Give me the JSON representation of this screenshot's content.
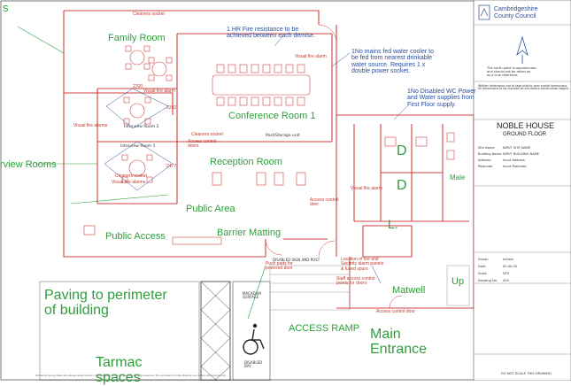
{
  "rooms": {
    "family_room": "Family Room",
    "conference_room": "Conference Room 1",
    "reception_room": "Reception Room",
    "interview_rooms": "rview Rooms",
    "public_area": "Public Area",
    "public_access": "Public Access",
    "barrier_matting": "Barrier Matting",
    "paving": "Paving to perimeter\nof building",
    "tarmac": "Tarmac\nspaces",
    "access_ramp": "ACCESS RAMP",
    "main_entrance": "Main\nEntrance",
    "matwell": "Matwell",
    "up": "Up",
    "male": "Male",
    "d1": "D",
    "d2": "D",
    "lift": "L.",
    "left_edge": "s"
  },
  "notes": {
    "fire_resistance": "1 HR Fire resistance to be\nachieved between each demise.",
    "water_cooler": "1No mains fed water cooler to\nbe fed from nearest drinkable\nwater source. Requires 1 x\ndouble power socket.",
    "disabled_wc": "1No Disabled WC Power\nand Water supplies from\nFirst Floor supply.",
    "interview_room_2": "Interview Room 2",
    "interview_room_1": "Interview Room 1",
    "post_storage": "Post/Storage unit",
    "cleaners_socket_top": "Cleaners socket",
    "visual_fire_alarm_1": "Visual fire alarm",
    "visual_fire_alarms_2": "Visual fire alarms",
    "visual_fire_alarm_3": "Visual fire alarm",
    "visual_fire_alarm_4": "Visual fire alarm",
    "visual_fire_alarms_5": "Visual fire alarms",
    "cleaners_socket_1": "Cleaners socket",
    "cleaners_socket_2": "Cleaners socket",
    "access_control_doors_1": "Access control\ndoors",
    "access_control_door_2": "Access control\ndoor",
    "access_control_door_3": "Access control door",
    "push_pads": "Push pads for\npowered door",
    "fire_security": "Location of fire and\nSecurity alarm panels\n& fused spurs",
    "staff_access": "Staff access control\npoints for doors",
    "disabled_sign": "DISABLED SIGN AND POST",
    "macadam": "MACADAM\nSURFACE",
    "disabled_bay": "DISABLED\nBAY",
    "dim_1": "2700",
    "dim_2": "2292",
    "dim_3": "2477"
  },
  "title_block": {
    "org_line1": "Cambridgeshire",
    "org_line2": "County Council",
    "north_note": "The north point is approximate\nand should not be relied on\nas a true reference.",
    "caution_note": "Written dimensions are to take priority over scaled dimensions.\nAll dimensions to be checked on site before construction begins.",
    "building_name": "NOBLE HOUSE",
    "floor": "GROUND FLOOR",
    "rows": [
      {
        "k": "Site Name",
        "v": "INPUT SITE NAME"
      },
      {
        "k": "Building Name",
        "v": "INPUT BUILDING NAME"
      },
      {
        "k": "Address",
        "v": "Input Address"
      },
      {
        "k": "Postcode",
        "v": "Input Postcode"
      },
      {
        "k": "Drawn",
        "v": "Initials"
      },
      {
        "k": "Date",
        "v": "00.00.00"
      },
      {
        "k": "Scale",
        "v": "NTS"
      },
      {
        "k": "Drawing No.",
        "v": "000"
      }
    ],
    "footer": "DO NOT SCALE THIS DRAWING"
  },
  "footer_note": "Ordnance Survey data reproduced under licence. Cambridgeshire County Council. All rights reserved. Do not scale from this drawing; use written dimensions only."
}
